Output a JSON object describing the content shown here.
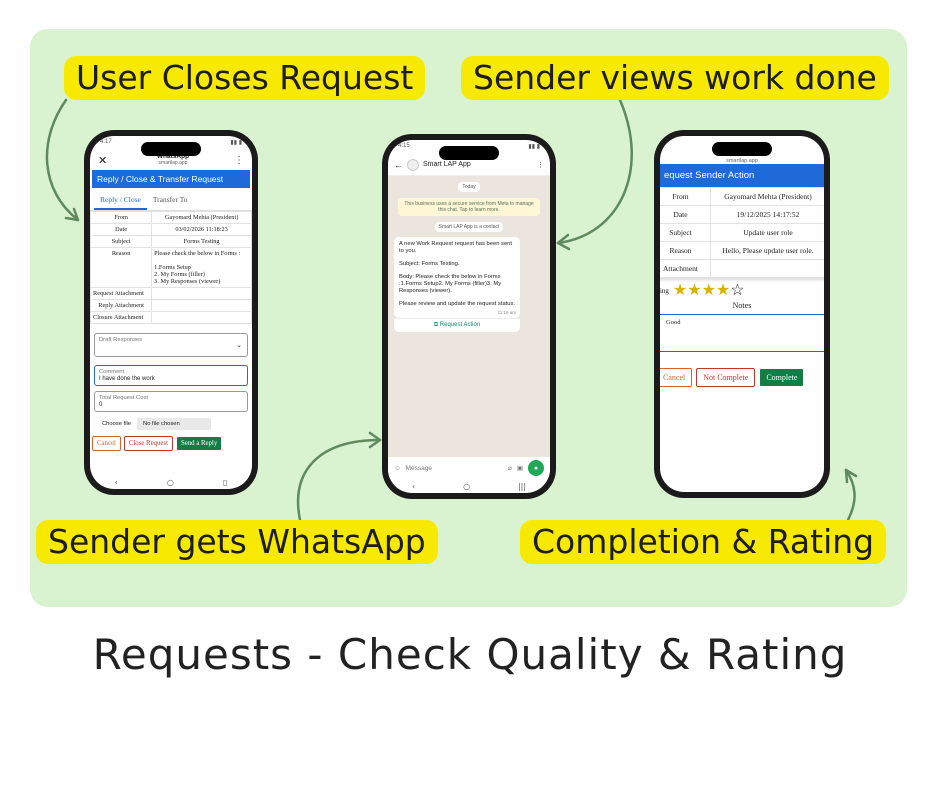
{
  "callouts": {
    "user_closes": "User Closes Request",
    "sender_views": "Sender views work done",
    "sender_gets": "Sender gets WhatsApp",
    "completion": "Completion & Rating"
  },
  "headline": "Requests - Check Quality & Rating",
  "colors": {
    "panel": "#d9f2cf",
    "callout": "#f7ea00",
    "blue": "#1d6ad8",
    "green": "#147d45",
    "arrow": "#5e8a5e"
  },
  "phone1": {
    "status_time": "4:17",
    "title": "WhatsApp",
    "subtitle": "smartlap.app",
    "header": "Reply / Close & Transfer Request",
    "tabs": [
      "Reply / Close",
      "Transfer To"
    ],
    "rows": [
      {
        "key": "From",
        "value": "Gayomard Mehta (President)"
      },
      {
        "key": "Date",
        "value": "03/02/2026 11:18:23"
      },
      {
        "key": "Subject",
        "value": "Forms Testing"
      },
      {
        "key": "Reason",
        "value": "Please check the below in Forms :"
      }
    ],
    "reason_lines": [
      "1.Forms Setup",
      "2. My Forms (filler)",
      "3. My Responses (viewer)"
    ],
    "attachments": [
      "Request Attachment",
      "Reply Attachment",
      "Closure Attachment"
    ],
    "draft_label": "Draft Responses",
    "comment_label": "Comment",
    "comment_value": "I have done the work",
    "cost_label": "Total Request Cost",
    "cost_value": "0",
    "choose_file": "Choose file",
    "no_file": "No file chosen",
    "buttons": {
      "cancel": "Cancel",
      "close": "Close Request",
      "send": "Send a Reply"
    }
  },
  "phone2": {
    "status_time": "4:15",
    "contact": "Smart LAP App",
    "today": "Today",
    "system_note": "This business uses a secure service from Meta to manage this chat. Tap to learn more.",
    "contact_note": "Smart LAP App is a contact",
    "message": [
      "A new Work Request request has been sent to you.",
      "Subject: Forms Testing.",
      "Body: Please check the below in Forms :1.Forms Setup2. My Forms (filler)3. My Responses (viewer).",
      "Please review and update the request status."
    ],
    "time": "11:16 am",
    "action": "Request Action",
    "input_placeholder": "Message"
  },
  "phone3": {
    "title": "WhatsApp",
    "subtitle": "smartlap.app",
    "header": "equest Sender Action",
    "rows": [
      {
        "key": "From",
        "value": "Gayomard Mehta (President)"
      },
      {
        "key": "Date",
        "value": "19/12/2025 14:17:52"
      },
      {
        "key": "Subject",
        "value": "Update user role"
      },
      {
        "key": "Reason",
        "value": "Hello, Please update user role."
      },
      {
        "key": "Attachment",
        "value": ""
      }
    ],
    "rating_label": "ting",
    "rating": 4,
    "rating_max": 5,
    "notes_label": "Notes",
    "notes_value": "Good",
    "buttons": {
      "cancel": "Cancel",
      "not_complete": "Not Complete",
      "complete": "Complete"
    }
  }
}
